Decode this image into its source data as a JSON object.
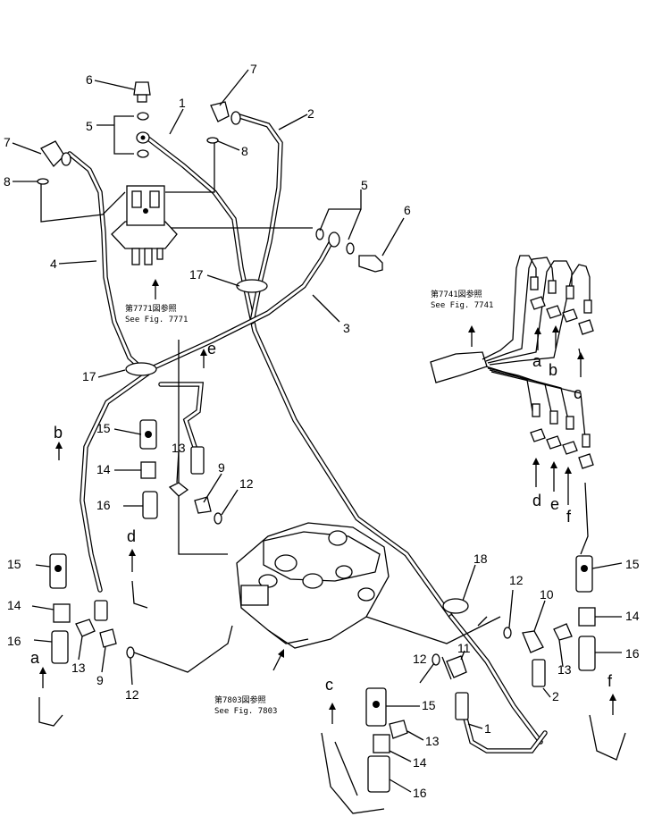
{
  "part_numbers": {
    "p1": "1",
    "p2": "2",
    "p3": "3",
    "p4": "4",
    "p5": "5",
    "p6": "6",
    "p7": "7",
    "p8": "8",
    "p9": "9",
    "p10": "10",
    "p11": "11",
    "p12": "12",
    "p13": "13",
    "p14": "14",
    "p15": "15",
    "p16": "16",
    "p17": "17",
    "p18": "18"
  },
  "port_letters": {
    "a": "a",
    "b": "b",
    "c": "c",
    "d": "d",
    "e": "e",
    "f": "f"
  },
  "references": {
    "fig7771_jp": "第7771図参照",
    "fig7771_en": "See Fig. 7771",
    "fig7741_jp": "第7741図参照",
    "fig7741_en": "See Fig. 7741",
    "fig7803_jp": "第7803図参照",
    "fig7803_en": "See Fig. 7803"
  }
}
